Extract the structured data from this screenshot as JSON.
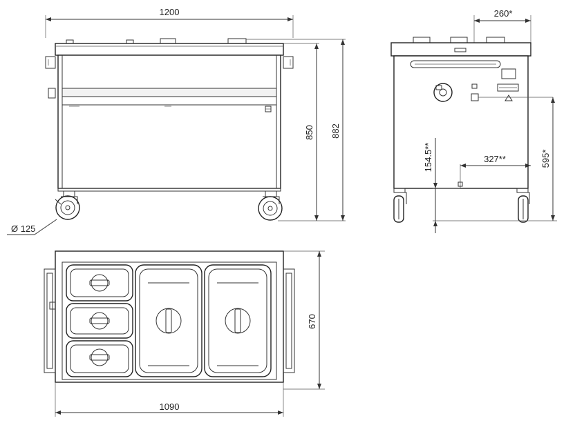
{
  "dimensions": {
    "front_width": "1200",
    "height_850": "850",
    "height_882": "882",
    "wheel_diameter": "Ø 125",
    "side_260": "260*",
    "side_595": "595*",
    "side_327": "327**",
    "side_154": "154.5**",
    "top_depth": "670",
    "top_width": "1090"
  },
  "colors": {
    "line": "#333333",
    "background": "#ffffff"
  }
}
